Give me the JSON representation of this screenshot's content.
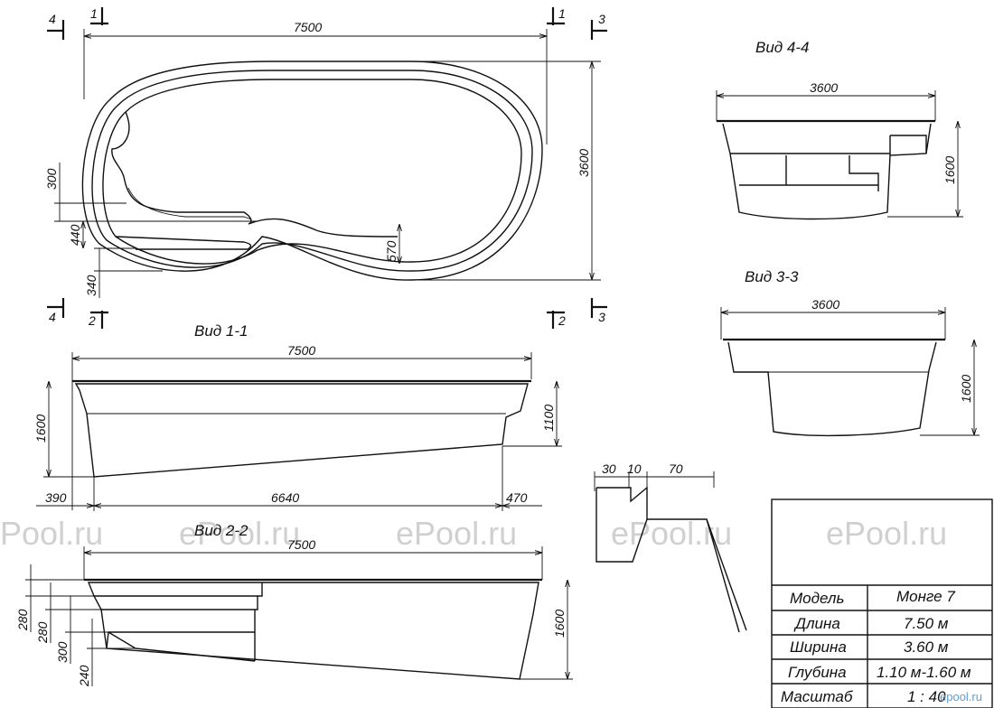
{
  "watermarks": [
    "ePool.ru",
    "ePool.ru",
    "ePool.ru",
    "ePool.ru",
    "ePool.ru"
  ],
  "plan": {
    "section_marks": [
      "4",
      "1",
      "1",
      "3",
      "4",
      "2",
      "2",
      "3"
    ],
    "dims": {
      "length": "7500",
      "width": "3600",
      "d300": "300",
      "d440": "440",
      "d340": "340",
      "d570": "570"
    }
  },
  "view_1_1": {
    "title": "Вид 1-1",
    "dims": {
      "length": "7500",
      "depth": "1600",
      "shallow": "1100",
      "left": "390",
      "mid": "6640",
      "right": "470"
    }
  },
  "view_2_2": {
    "title": "Вид 2-2",
    "dims": {
      "length": "7500",
      "depth": "1600",
      "s1": "280",
      "s2": "280",
      "s3": "300",
      "s4": "240"
    }
  },
  "view_4_4": {
    "title": "Вид 4-4",
    "dims": {
      "width": "3600",
      "depth": "1600"
    }
  },
  "view_3_3": {
    "title": "Вид 3-3",
    "dims": {
      "width": "3600",
      "depth": "1600"
    }
  },
  "wall_detail": {
    "dims": {
      "a": "30",
      "b": "10",
      "c": "70"
    }
  },
  "spec_table": {
    "rows": [
      {
        "label": "Модель",
        "value": "Монге 7"
      },
      {
        "label": "Длина",
        "value": "7.50 м"
      },
      {
        "label": "Ширина",
        "value": "3.60 м"
      },
      {
        "label": "Глубина",
        "value": "1.10 м-1.60 м"
      },
      {
        "label": "Масштаб",
        "value": "1 : 40"
      }
    ]
  },
  "logo_text": "epool.ru"
}
